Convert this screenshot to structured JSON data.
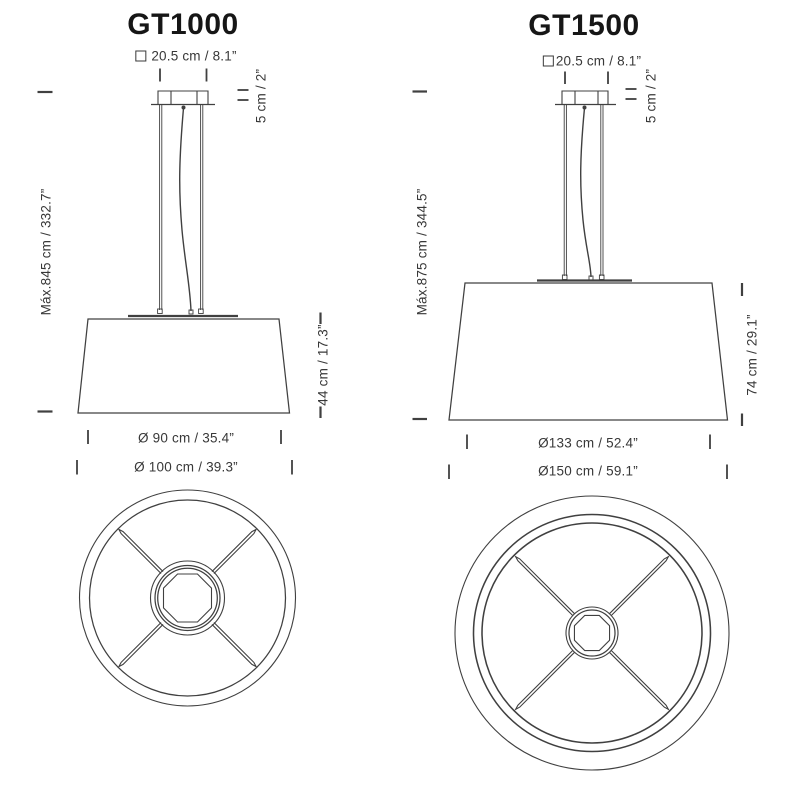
{
  "drawing": {
    "background": "#ffffff",
    "line_color": "#404040",
    "text_color": "#383838",
    "title_color": "#161616"
  },
  "lamps": [
    {
      "title": "GT1000",
      "canopy_symbol": "square-outline-icon",
      "canopy_width": "20.5 cm / 8.1”",
      "canopy_height": "5 cm / 2”",
      "max_drop": "Máx.845 cm / 332.7”",
      "shade_height": "44 cm / 17.3”",
      "top_diameter": "Ø 90 cm / 35.4”",
      "bottom_diameter": "Ø 100 cm / 39.3”"
    },
    {
      "title": "GT1500",
      "canopy_symbol": "square-outline-icon",
      "canopy_width": "20.5 cm / 8.1”",
      "canopy_height": "5 cm / 2”",
      "max_drop": "Máx.875 cm / 344.5”",
      "shade_height": "74 cm / 29.1”",
      "top_diameter": "Ø133 cm / 52.4”",
      "bottom_diameter": "Ø150 cm / 59.1”"
    }
  ]
}
